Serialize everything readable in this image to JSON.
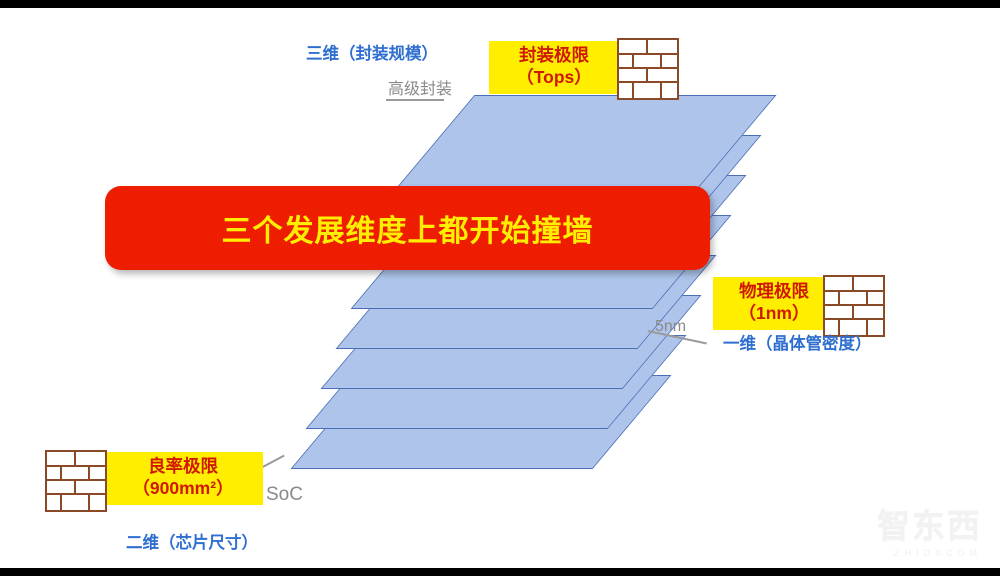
{
  "slide": {
    "background_color": "#ffffff",
    "slab_fill": "#aec4ea",
    "slab_stroke": "#4a6fb5",
    "banner": {
      "text": "三个发展维度上都开始撞墙",
      "bg_color": "#ee1d00",
      "text_color": "#ffee00"
    },
    "axis_labels": {
      "three_d": "三维（封装规模）",
      "one_d": "一维（晶体管密度）",
      "two_d": "二维（芯片尺寸）"
    },
    "node_labels": {
      "advanced_package": "高级封装",
      "five_nm": "5nm",
      "soc": "SoC"
    },
    "limit_boxes": [
      {
        "name": "package-limit",
        "line1": "封装极限",
        "line2": "（Tops）",
        "bg_color": "#ffee00",
        "text_color": "#d01a00"
      },
      {
        "name": "physical-limit",
        "line1": "物理极限",
        "line2": "（1nm）",
        "bg_color": "#ffee00",
        "text_color": "#d01a00"
      },
      {
        "name": "yield-limit",
        "line1": "良率极限",
        "line2": "（900mm²）",
        "bg_color": "#ffee00",
        "text_color": "#d01a00"
      }
    ],
    "brick_walls": [
      {
        "name": "brick-wall-top"
      },
      {
        "name": "brick-wall-right"
      },
      {
        "name": "brick-wall-left"
      }
    ],
    "watermark": {
      "main": "智东西",
      "sub": "ZHIDXCOM"
    }
  }
}
